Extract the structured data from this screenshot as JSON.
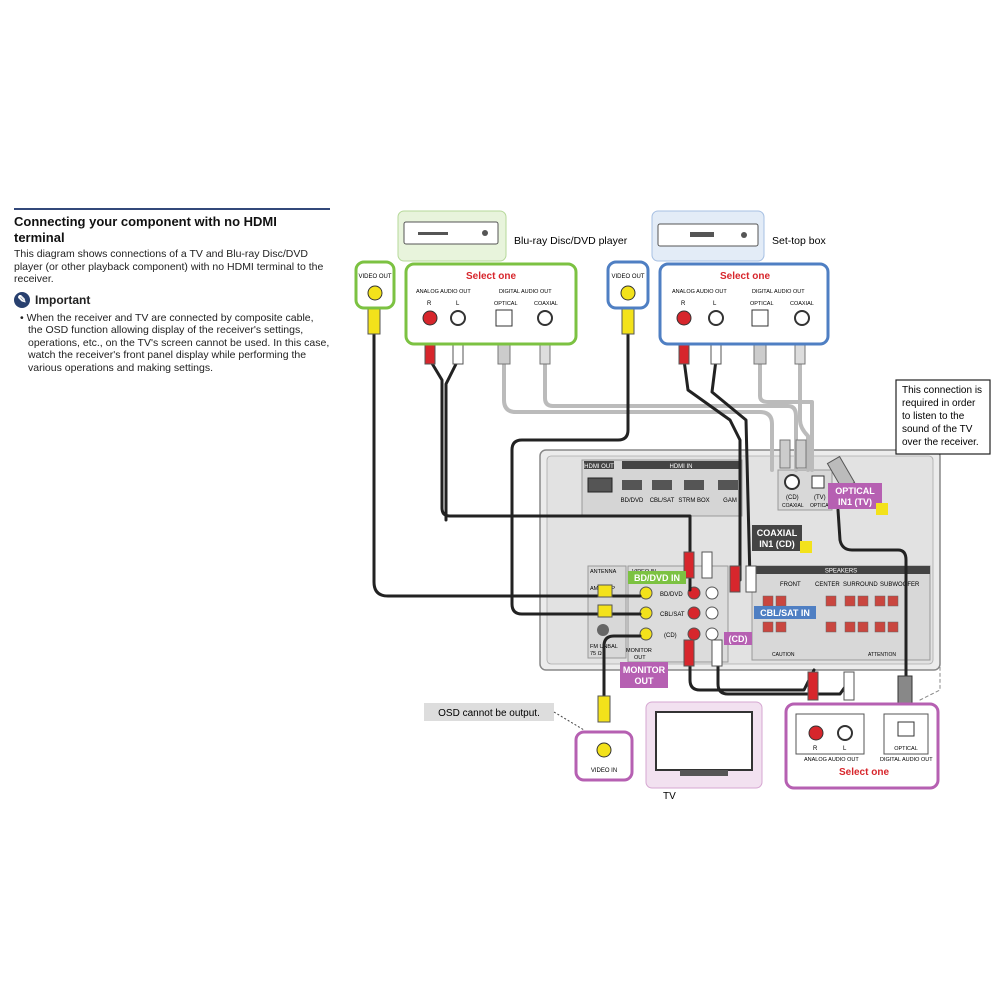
{
  "section": {
    "title": "Connecting your component with no HDMI terminal",
    "description": "This diagram shows connections of a TV and Blu-ray Disc/DVD player (or other playback component) with no HDMI terminal to the receiver.",
    "important_title": "Important",
    "important_icon": "wrench-icon",
    "important_bullet": "When the receiver and TV are connected by composite cable, the OSD function allowing display of the receiver's settings, operations, etc., on the TV's screen cannot be used. In this case, watch the receiver's front panel display while performing the various operations and making settings."
  },
  "devices": {
    "bd_player": "Blu-ray Disc/DVD player",
    "stb": "Set-top box",
    "tv": "TV"
  },
  "labels": {
    "video_out": "VIDEO OUT",
    "video_in": "VIDEO IN",
    "select_one": "Select one",
    "analog_audio_out": "ANALOG AUDIO OUT",
    "digital_audio_out": "DIGITAL AUDIO OUT",
    "optical": "OPTICAL",
    "coaxial": "COAXIAL",
    "r": "R",
    "l": "L",
    "analog_audio_out_tv": "ANALOG AUDIO OUT",
    "optical_digital_audio_out": "DIGITAL AUDIO OUT"
  },
  "receiver": {
    "hdmi_out": "HDMI OUT",
    "hdmi_in": "HDMI IN",
    "hdmi_ports": [
      "BD/DVD",
      "CBL/SAT",
      "STRM BOX",
      "GAM"
    ],
    "antenna": "ANTENNA",
    "am_loop": "AM LOOP",
    "fm_unbal": "FM UNBAL",
    "ohm": "75 Ω",
    "video_in": "VIDEO IN",
    "bd_dvd": "BD/DVD",
    "cbl_sat": "CBL/SAT",
    "cd": "(CD)",
    "monitor_out": "MONITOR OUT",
    "speakers": "SPEAKERS",
    "front": "FRONT",
    "center": "CENTER",
    "surround": "SURROUND",
    "subwoofer": "SUBWOOFER",
    "coaxial_cd": "(CD)",
    "coaxial_label": "COAXIAL",
    "optical_tv": "(TV)",
    "optical_label": "OPTICAL",
    "caution": "CAUTION",
    "attention": "ATTENTION"
  },
  "callouts": {
    "bd_dvd_in": "BD/DVD IN",
    "cbl_sat_in": "CBL/SAT IN",
    "cd": "(CD)",
    "monitor_out": "MONITOR OUT",
    "coaxial_in1": "COAXIAL IN1 (CD)",
    "optical_in1": "OPTICAL IN1 (TV)",
    "note_tv_sound": "This connection is required in order to listen to the sound of the TV over the receiver.",
    "osd_note": "OSD cannot be output."
  },
  "colors": {
    "green": "#7cc242",
    "blue": "#4f7fc3",
    "purple": "#b660b2",
    "red": "#d7262c",
    "yellow": "#f3e21b"
  }
}
